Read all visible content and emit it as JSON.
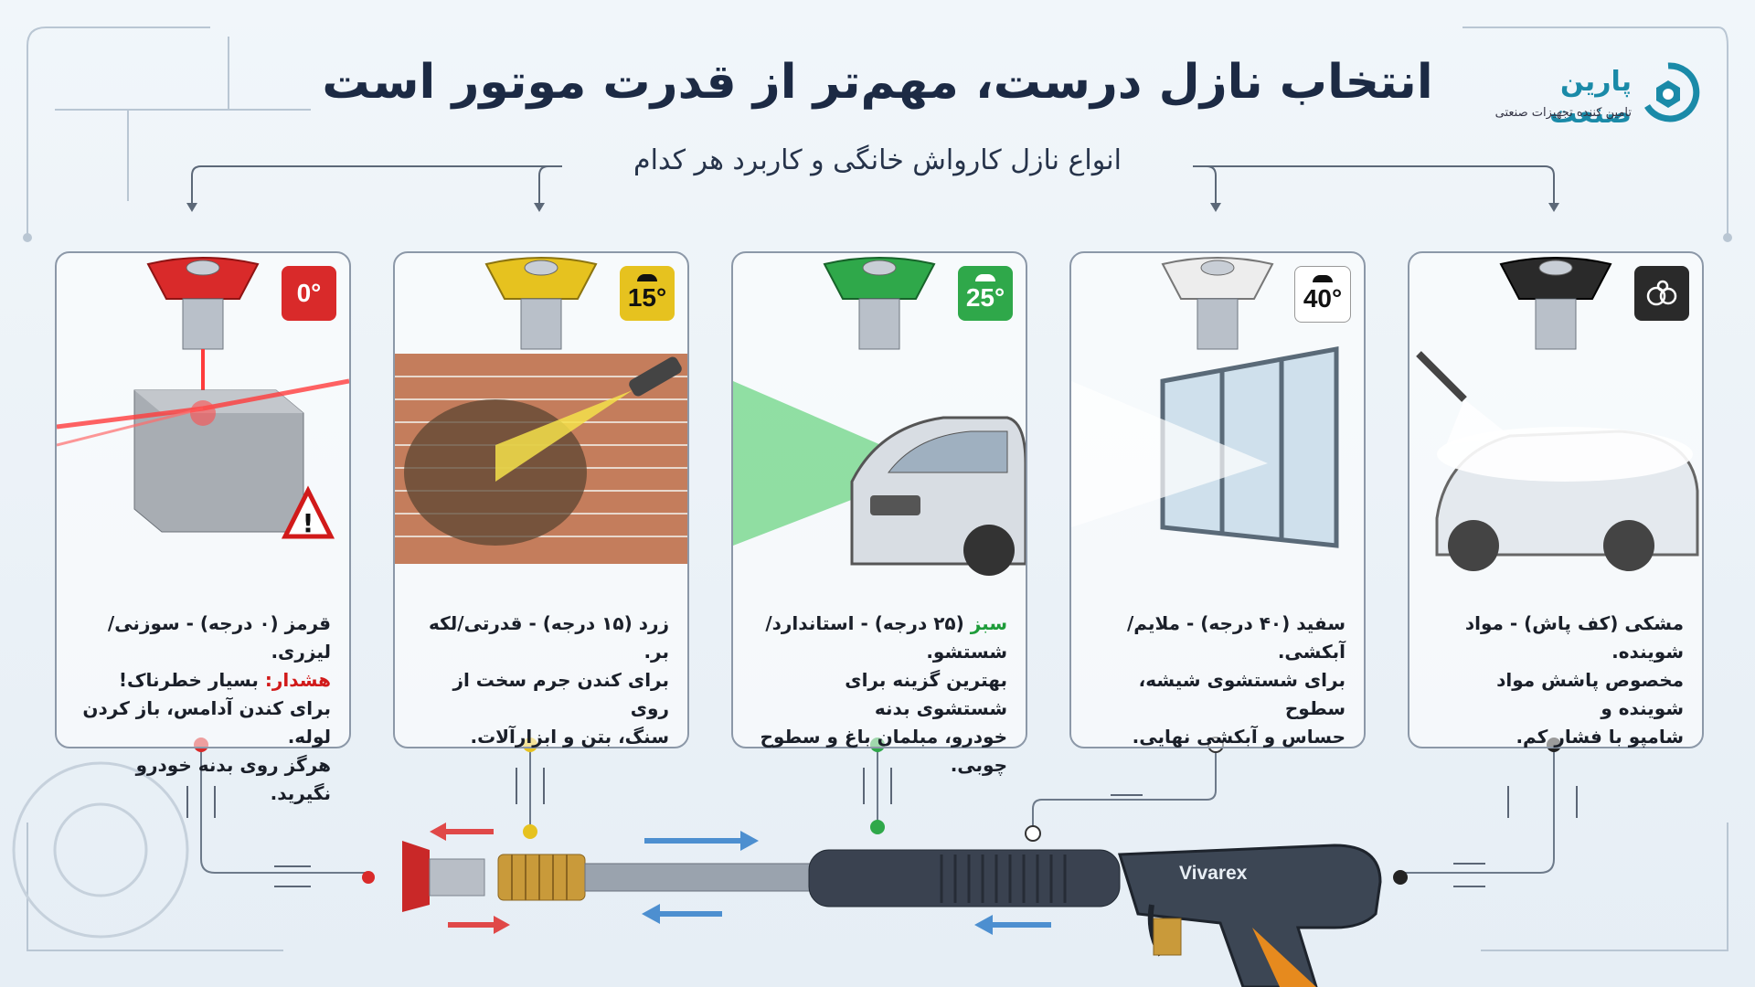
{
  "title": "انتخاب نازل درست، مهم‌تر از قدرت موتور است",
  "subtitle": "انواع نازل کارواش خانگی و کاربرد هر کدام",
  "logo": {
    "name": "پارین صنعت",
    "tagline": "تامین کننده تجهیزات صنعتی"
  },
  "colors": {
    "red": "#d92a2a",
    "yellow": "#e6c21f",
    "green": "#2fa84a",
    "white": "#ededed",
    "black": "#2a2a2a"
  },
  "nozzles": [
    {
      "color_name": "red",
      "angle": "0°",
      "lines": [
        "قرمز (۰ درجه) - سوزنی/لیزری."
      ],
      "warning_label": "هشدار:",
      "warning_text": "بسیار خطرناک!",
      "lines_after": [
        "برای کندن آدامس، باز کردن لوله.",
        "هرگز روی بدنه خودرو نگیرید."
      ]
    },
    {
      "color_name": "yellow",
      "angle": "15°",
      "lines": [
        "زرد (۱۵ درجه) - قدرتی/لکه بر.",
        "برای کندن جرم سخت از روی",
        "سنگ، بتن و ابزارآلات."
      ]
    },
    {
      "color_name": "green",
      "angle": "25°",
      "label_prefix": "سبز",
      "lines": [
        "(۲۵ درجه) - استاندارد/شستشو.",
        "بهترین گزینه برای شستشوی بدنه",
        "خودرو، مبلمان باغ و سطوح چوبی."
      ]
    },
    {
      "color_name": "white",
      "angle": "40°",
      "lines": [
        "سفید (۴۰ درجه) - ملایم/آبکشی.",
        "برای شستشوی شیشه، سطوح",
        "حساس و آبکشی نهایی."
      ]
    },
    {
      "color_name": "black",
      "angle": "",
      "icon": "soap-bubbles-icon",
      "lines": [
        "مشکی (کف پاش) - مواد شوینده.",
        "مخصوص پاشش مواد شوینده و",
        "شامپو با فشار کم."
      ]
    }
  ],
  "gun": {
    "brand": "Vivarex"
  }
}
